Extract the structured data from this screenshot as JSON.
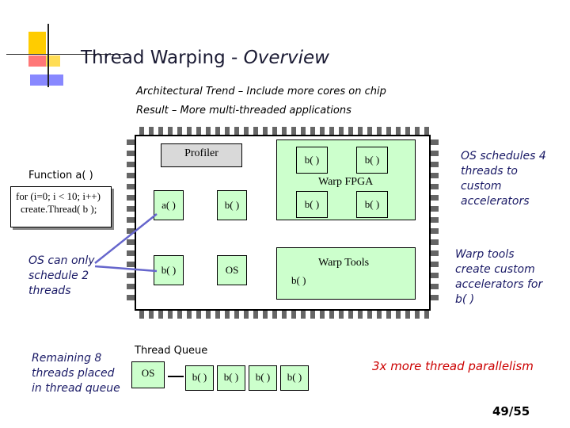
{
  "header": {
    "title_main": "Thread Warping -",
    "title_italic": "Overview",
    "subtitle_1": "Architectural Trend – Include more cores on chip",
    "subtitle_2": "Result – More multi-threaded applications"
  },
  "left": {
    "function_label": "Function a( )",
    "code_line_1": "for (i=0; i < 10; i++)",
    "code_line_2": "create.Thread( b );",
    "note_os": [
      "OS can only",
      "schedule 2",
      "threads"
    ],
    "note_queue": [
      "Remaining 8",
      "threads placed",
      "in thread queue"
    ]
  },
  "chip": {
    "profiler": "Profiler",
    "core_a": "a( )",
    "core_b1": "b( )",
    "core_b2": "b( )",
    "core_os": "OS",
    "fpga_label": "Warp FPGA",
    "fpga_threads": [
      "b( )",
      "b( )",
      "b( )",
      "b( )"
    ],
    "warp_tools_label": "Warp Tools",
    "warp_tools_thread": "b( )"
  },
  "right": {
    "note_schedule": [
      "OS schedules 4",
      "threads to",
      "custom",
      "accelerators"
    ],
    "note_tools": [
      "Warp tools",
      "create custom",
      "accelerators for",
      "b( )"
    ],
    "highlight": "3x more thread parallelism"
  },
  "queue": {
    "label": "Thread Queue",
    "os": "OS",
    "items": [
      "b( )",
      "b( )",
      "b( )",
      "b( )"
    ]
  },
  "footer": {
    "page": "49/55"
  },
  "colors": {
    "accent_yellow": "#ffcc00",
    "accent_red": "#ff6666",
    "accent_blue": "#6666ff",
    "chip_green": "#ccffcc",
    "highlight_red": "#cc0000"
  }
}
